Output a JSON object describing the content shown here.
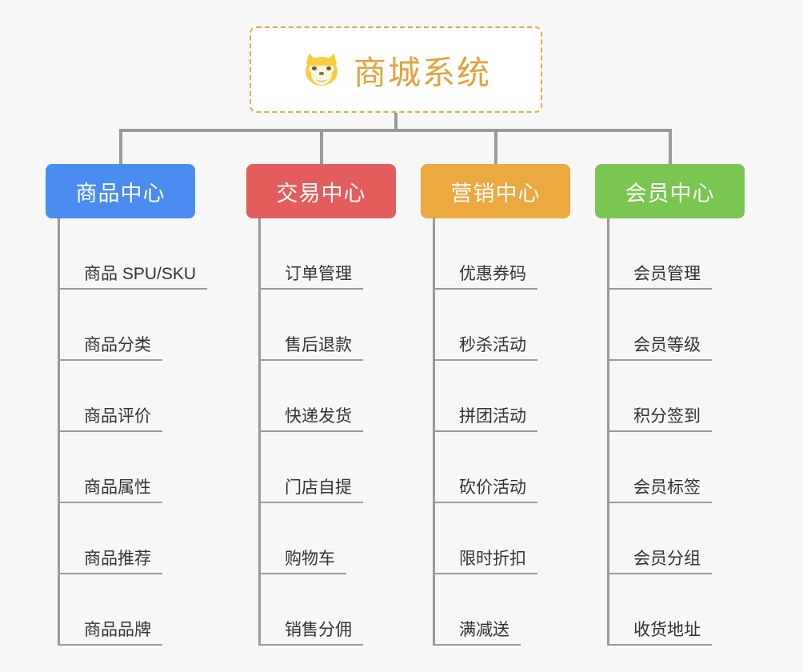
{
  "root": {
    "icon": "shiba-dog-face-icon",
    "title": "商城系统",
    "title_color": "#e0a33c",
    "border_color": "#e8a84a"
  },
  "background_color": "#f7f7f7",
  "connector_color": "#9a9a9a",
  "columns": [
    {
      "id": "product-center",
      "label": "商品中心",
      "color": "#4a8cf0",
      "items": [
        "商品 SPU/SKU",
        "商品分类",
        "商品评价",
        "商品属性",
        "商品推荐",
        "商品品牌"
      ]
    },
    {
      "id": "trade-center",
      "label": "交易中心",
      "color": "#e45d5d",
      "items": [
        "订单管理",
        "售后退款",
        "快递发货",
        "门店自提",
        "购物车",
        "销售分佣"
      ]
    },
    {
      "id": "marketing-center",
      "label": "营销中心",
      "color": "#eca93f",
      "items": [
        "优惠券码",
        "秒杀活动",
        "拼团活动",
        "砍价活动",
        "限时折扣",
        "满减送"
      ]
    },
    {
      "id": "member-center",
      "label": "会员中心",
      "color": "#79c653",
      "items": [
        "会员管理",
        "会员等级",
        "积分签到",
        "会员标签",
        "会员分组",
        "收货地址"
      ]
    }
  ]
}
